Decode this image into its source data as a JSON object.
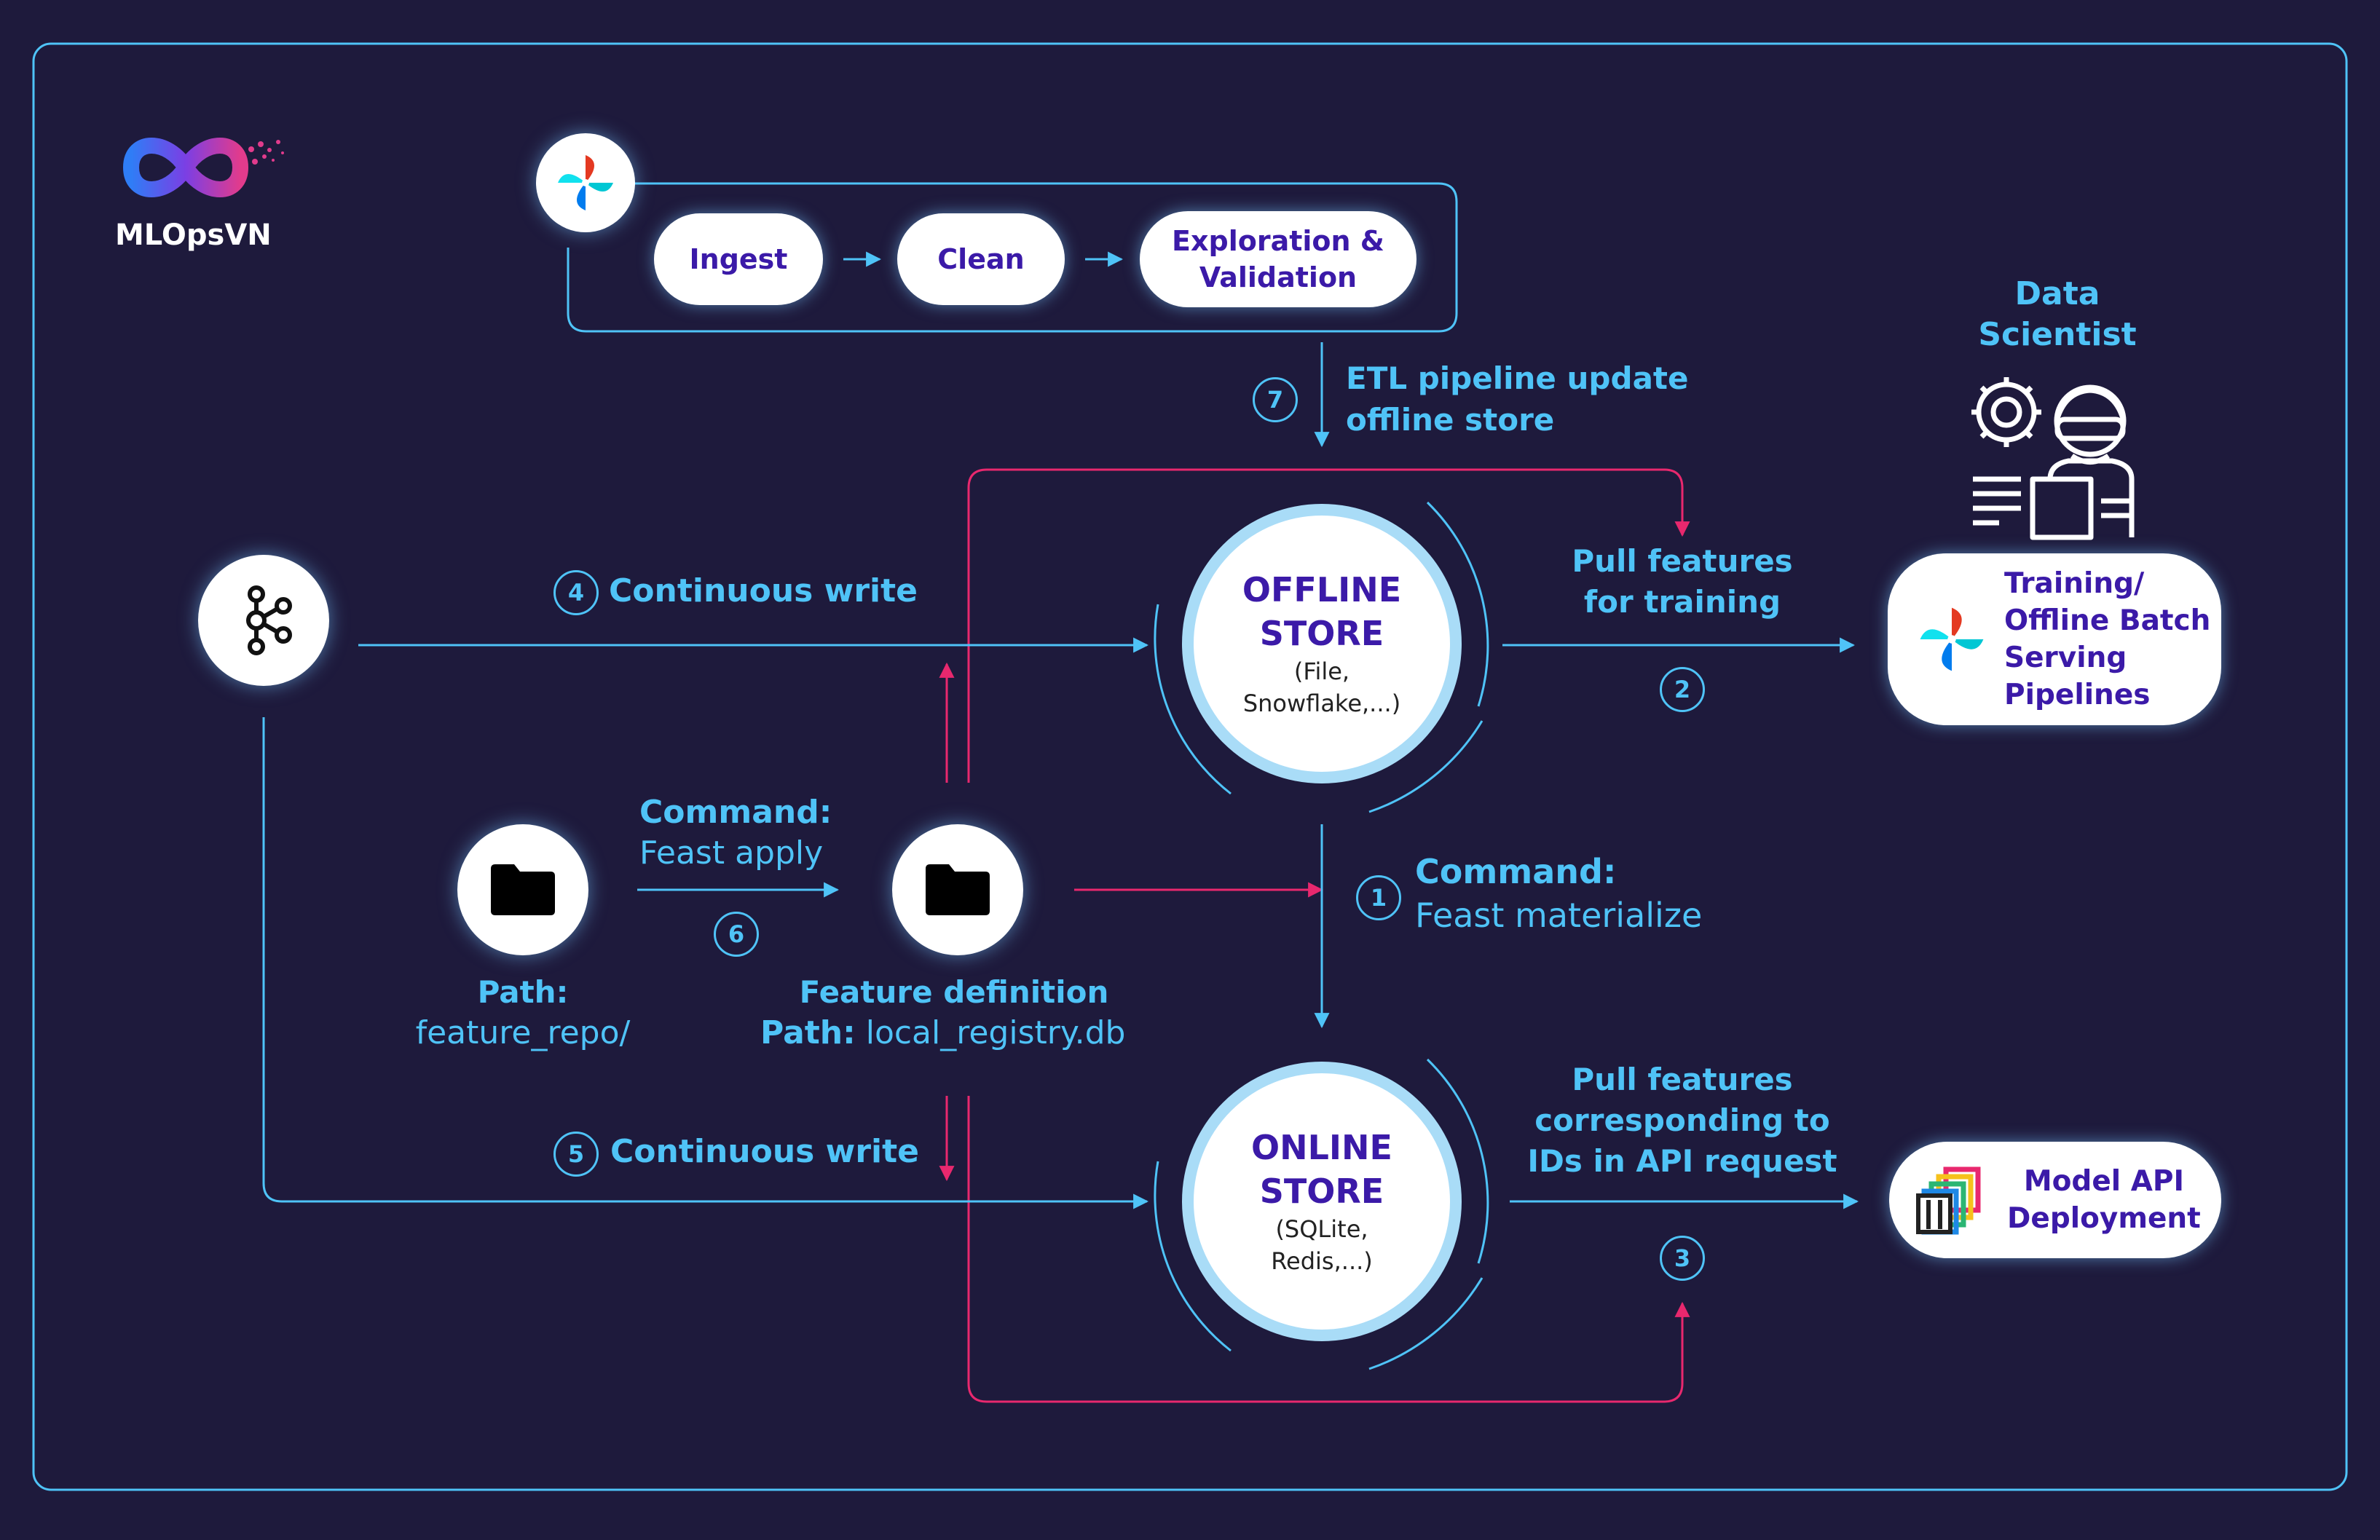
{
  "brand": {
    "name": "MLOpsVN"
  },
  "etl": {
    "steps": [
      "Ingest",
      "Clean",
      "Exploration & Validation"
    ],
    "step3_line1": "Exploration &",
    "step3_line2": "Validation",
    "label_line1": "ETL pipeline update",
    "label_line2": "offline store",
    "step_number": "7"
  },
  "stores": {
    "offline": {
      "title_line1": "OFFLINE",
      "title_line2": "STORE",
      "sub_line1": "(File,",
      "sub_line2": "Snowflake,...)"
    },
    "online": {
      "title_line1": "ONLINE",
      "title_line2": "STORE",
      "sub_line1": "(SQLite,",
      "sub_line2": "Redis,...)"
    }
  },
  "data_scientist": {
    "line1": "Data",
    "line2": "Scientist"
  },
  "training": {
    "line1": "Training/",
    "line2": "Offline Batch",
    "line3": "Serving",
    "line4": "Pipelines"
  },
  "model_api": {
    "line1": "Model API",
    "line2": "Deployment"
  },
  "flows": {
    "materialize": {
      "number": "1",
      "label": "Command:",
      "value": "Feast materialize"
    },
    "pull_training": {
      "number": "2",
      "line1": "Pull features",
      "line2": "for training"
    },
    "pull_online": {
      "number": "3",
      "line1": "Pull features",
      "line2": "corresponding to",
      "line3": "IDs in API request"
    },
    "continuous_write_offline": {
      "number": "4",
      "label": "Continuous write"
    },
    "continuous_write_online": {
      "number": "5",
      "label": "Continuous write"
    },
    "apply": {
      "number": "6",
      "label": "Command:",
      "value": "Feast apply"
    }
  },
  "repo": {
    "label": "Path:",
    "value": "feature_repo/"
  },
  "registry": {
    "title": "Feature definition",
    "label": "Path:",
    "value": "local_registry.db"
  },
  "icons": [
    "airflow-icon",
    "kafka-icon",
    "folder-icon",
    "data-scientist-icon",
    "feast-icon",
    "mlopsvn-logo"
  ],
  "colors": {
    "background": "#1e1a3c",
    "accent": "#4fc3f7",
    "magenta": "#e8286e",
    "title": "#3b1aa8"
  }
}
